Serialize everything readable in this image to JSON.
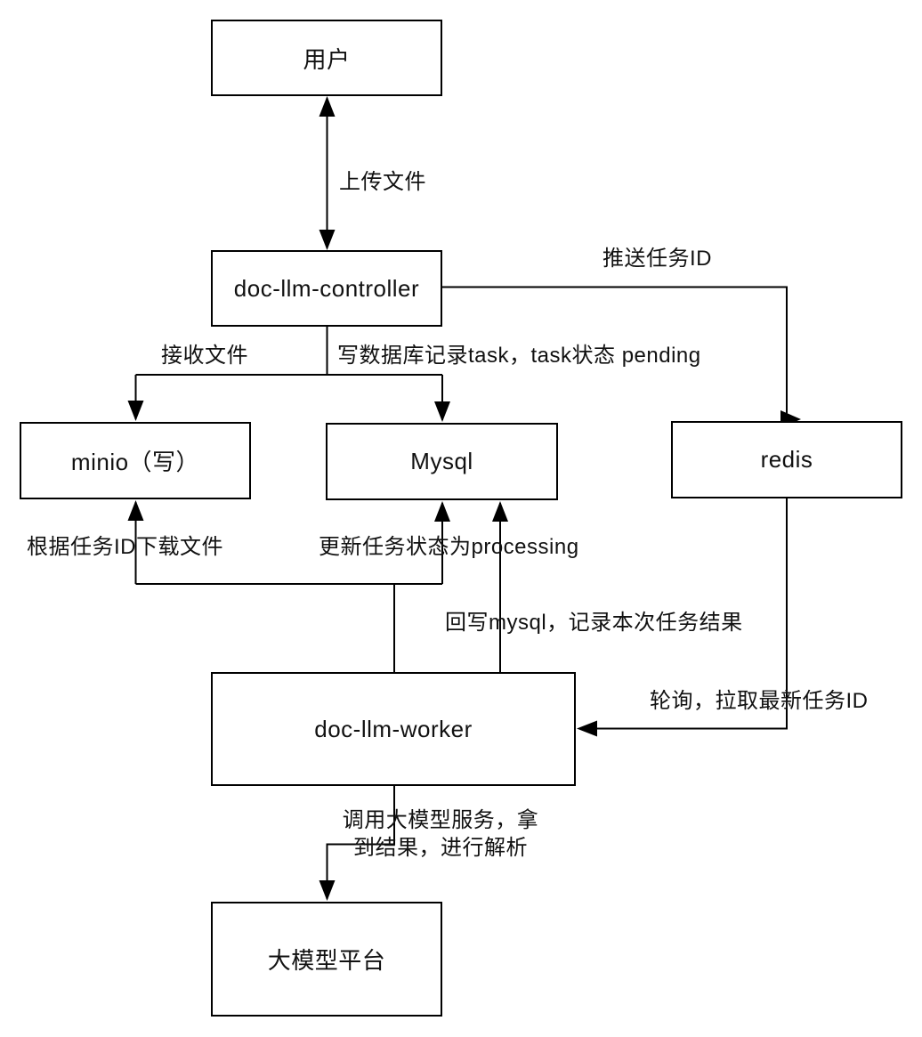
{
  "colors": {
    "background": "#ffffff",
    "stroke": "#000000",
    "text": "#111111"
  },
  "nodes": {
    "user": {
      "label": "用户"
    },
    "controller": {
      "label": "doc-llm-controller"
    },
    "minio": {
      "label": "minio（写）"
    },
    "mysql": {
      "label": "Mysql"
    },
    "redis": {
      "label": "redis"
    },
    "worker": {
      "label": "doc-llm-worker"
    },
    "platform": {
      "label": "大模型平台"
    }
  },
  "edges": {
    "upload": {
      "label": "上传文件"
    },
    "push": {
      "label": "推送任务ID"
    },
    "receive": {
      "label": "接收文件"
    },
    "writedb": {
      "label": "写数据库记录task，task状态 pending"
    },
    "download": {
      "label": "根据任务ID下载文件"
    },
    "update": {
      "label": "更新任务状态为processing"
    },
    "writeback": {
      "label": "回写mysql，记录本次任务结果"
    },
    "poll": {
      "label": "轮询，拉取最新任务ID"
    },
    "call": {
      "label": "调用大模型服务，拿\n到结果，进行解析"
    }
  }
}
